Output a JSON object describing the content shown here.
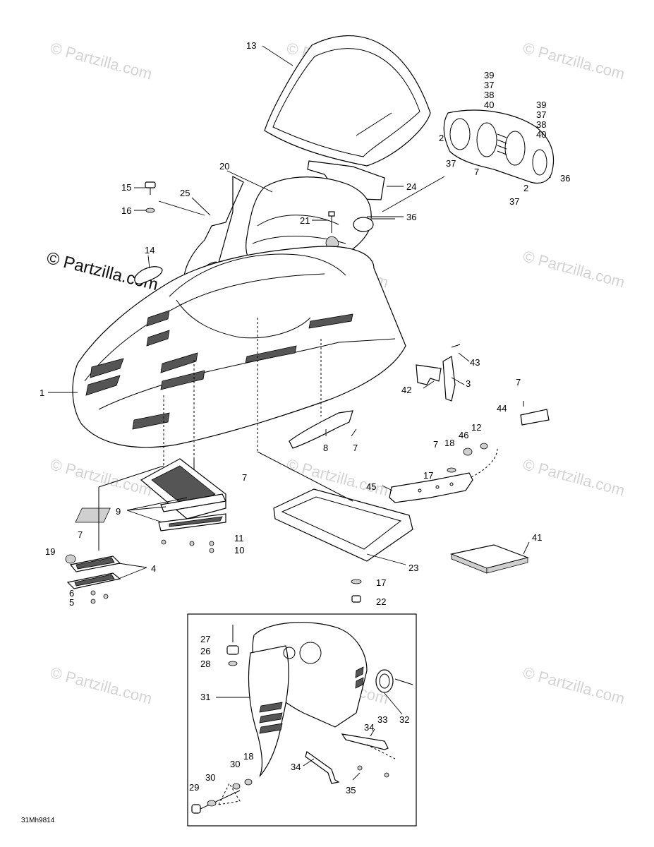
{
  "watermark": {
    "text": "© Partzilla.com",
    "main_text": "© Partzilla.com"
  },
  "diagram_code": "31Mh9814",
  "callouts": [
    {
      "id": "c13",
      "label": "13"
    },
    {
      "id": "c39a",
      "label": "39"
    },
    {
      "id": "c37a",
      "label": "37"
    },
    {
      "id": "c38a",
      "label": "38"
    },
    {
      "id": "c40a",
      "label": "40"
    },
    {
      "id": "c39b",
      "label": "39"
    },
    {
      "id": "c37b",
      "label": "37"
    },
    {
      "id": "c38b",
      "label": "38"
    },
    {
      "id": "c40b",
      "label": "40"
    },
    {
      "id": "c2a",
      "label": "2"
    },
    {
      "id": "c37c",
      "label": "37"
    },
    {
      "id": "c7a",
      "label": "7"
    },
    {
      "id": "c36a",
      "label": "36"
    },
    {
      "id": "c2b",
      "label": "2"
    },
    {
      "id": "c37d",
      "label": "37"
    },
    {
      "id": "c20",
      "label": "20"
    },
    {
      "id": "c24",
      "label": "24"
    },
    {
      "id": "c36b",
      "label": "36"
    },
    {
      "id": "c15",
      "label": "15"
    },
    {
      "id": "c25",
      "label": "25"
    },
    {
      "id": "c16",
      "label": "16"
    },
    {
      "id": "c21",
      "label": "21"
    },
    {
      "id": "c14",
      "label": "14"
    },
    {
      "id": "c1",
      "label": "1"
    },
    {
      "id": "c43",
      "label": "43"
    },
    {
      "id": "c42",
      "label": "42"
    },
    {
      "id": "c3",
      "label": "3"
    },
    {
      "id": "c7b",
      "label": "7"
    },
    {
      "id": "c44",
      "label": "44"
    },
    {
      "id": "c8",
      "label": "8"
    },
    {
      "id": "c7c",
      "label": "7"
    },
    {
      "id": "c12",
      "label": "12"
    },
    {
      "id": "c46",
      "label": "46"
    },
    {
      "id": "c7d",
      "label": "7"
    },
    {
      "id": "c18a",
      "label": "18"
    },
    {
      "id": "c17a",
      "label": "17"
    },
    {
      "id": "c45",
      "label": "45"
    },
    {
      "id": "c7e",
      "label": "7"
    },
    {
      "id": "c9",
      "label": "9"
    },
    {
      "id": "c11",
      "label": "11"
    },
    {
      "id": "c10",
      "label": "10"
    },
    {
      "id": "c7f",
      "label": "7"
    },
    {
      "id": "c19",
      "label": "19"
    },
    {
      "id": "c4",
      "label": "4"
    },
    {
      "id": "c6",
      "label": "6"
    },
    {
      "id": "c5",
      "label": "5"
    },
    {
      "id": "c41",
      "label": "41"
    },
    {
      "id": "c23",
      "label": "23"
    },
    {
      "id": "c17b",
      "label": "17"
    },
    {
      "id": "c22",
      "label": "22"
    },
    {
      "id": "c27",
      "label": "27"
    },
    {
      "id": "c26",
      "label": "26"
    },
    {
      "id": "c28",
      "label": "28"
    },
    {
      "id": "c31",
      "label": "31"
    },
    {
      "id": "c33",
      "label": "33"
    },
    {
      "id": "c32",
      "label": "32"
    },
    {
      "id": "c34a",
      "label": "34"
    },
    {
      "id": "c34b",
      "label": "34"
    },
    {
      "id": "c35",
      "label": "35"
    },
    {
      "id": "c18b",
      "label": "18"
    },
    {
      "id": "c30a",
      "label": "30"
    },
    {
      "id": "c30b",
      "label": "30"
    },
    {
      "id": "c29",
      "label": "29"
    }
  ]
}
